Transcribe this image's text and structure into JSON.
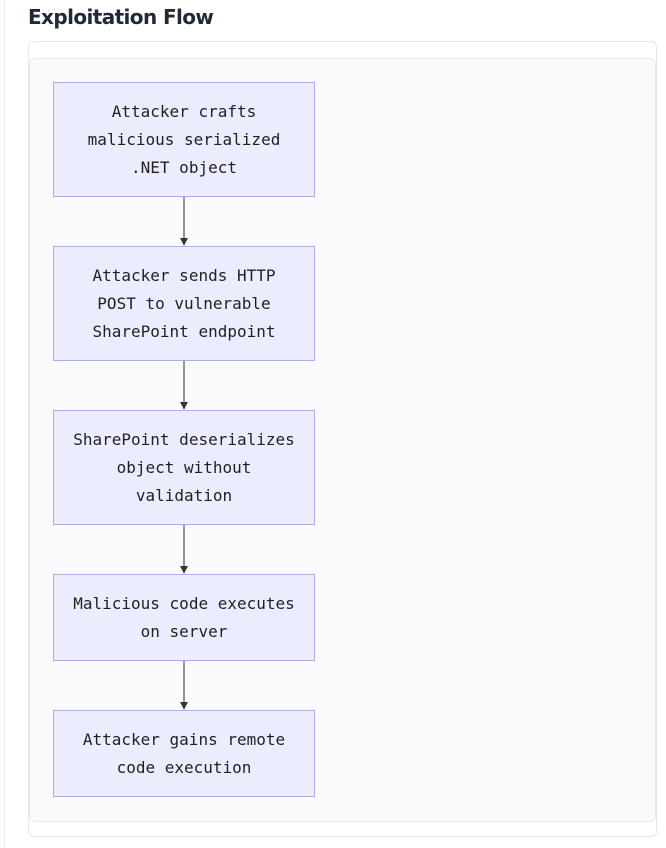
{
  "section": {
    "title": "Exploitation Flow"
  },
  "flow": {
    "nodes": [
      {
        "lines": [
          "Attacker crafts",
          "malicious serialized",
          ".NET object"
        ]
      },
      {
        "lines": [
          "Attacker sends HTTP",
          "POST to vulnerable",
          "SharePoint endpoint"
        ]
      },
      {
        "lines": [
          "SharePoint deserializes",
          "object without",
          "validation"
        ]
      },
      {
        "lines": [
          "Malicious code executes",
          "on server"
        ]
      },
      {
        "lines": [
          "Attacker gains remote",
          "code execution"
        ]
      }
    ],
    "colors": {
      "node_fill": "#ececff",
      "node_border": "#b6a9ea",
      "edge": "#333333",
      "text": "#1f2020"
    }
  }
}
